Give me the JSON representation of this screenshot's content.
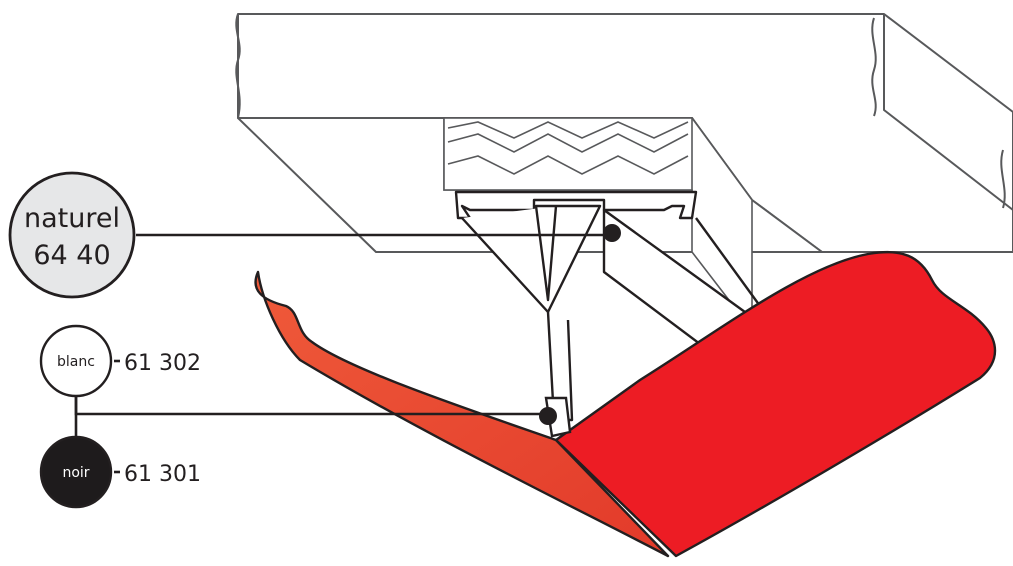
{
  "callouts": {
    "naturel": {
      "name": "naturel",
      "code": "64 40",
      "fill": "#e6e7e8"
    },
    "blanc": {
      "name": "blanc",
      "code": "61 302",
      "fill": "#ffffff"
    },
    "noir": {
      "name": "noir",
      "code": "61 301",
      "fill": "#1e1b1c"
    }
  },
  "colors": {
    "fabric_red": "#ed1c24",
    "fabric_shade": "#f05a3c",
    "line": "#231f20",
    "wood_face": "#ffffff"
  }
}
